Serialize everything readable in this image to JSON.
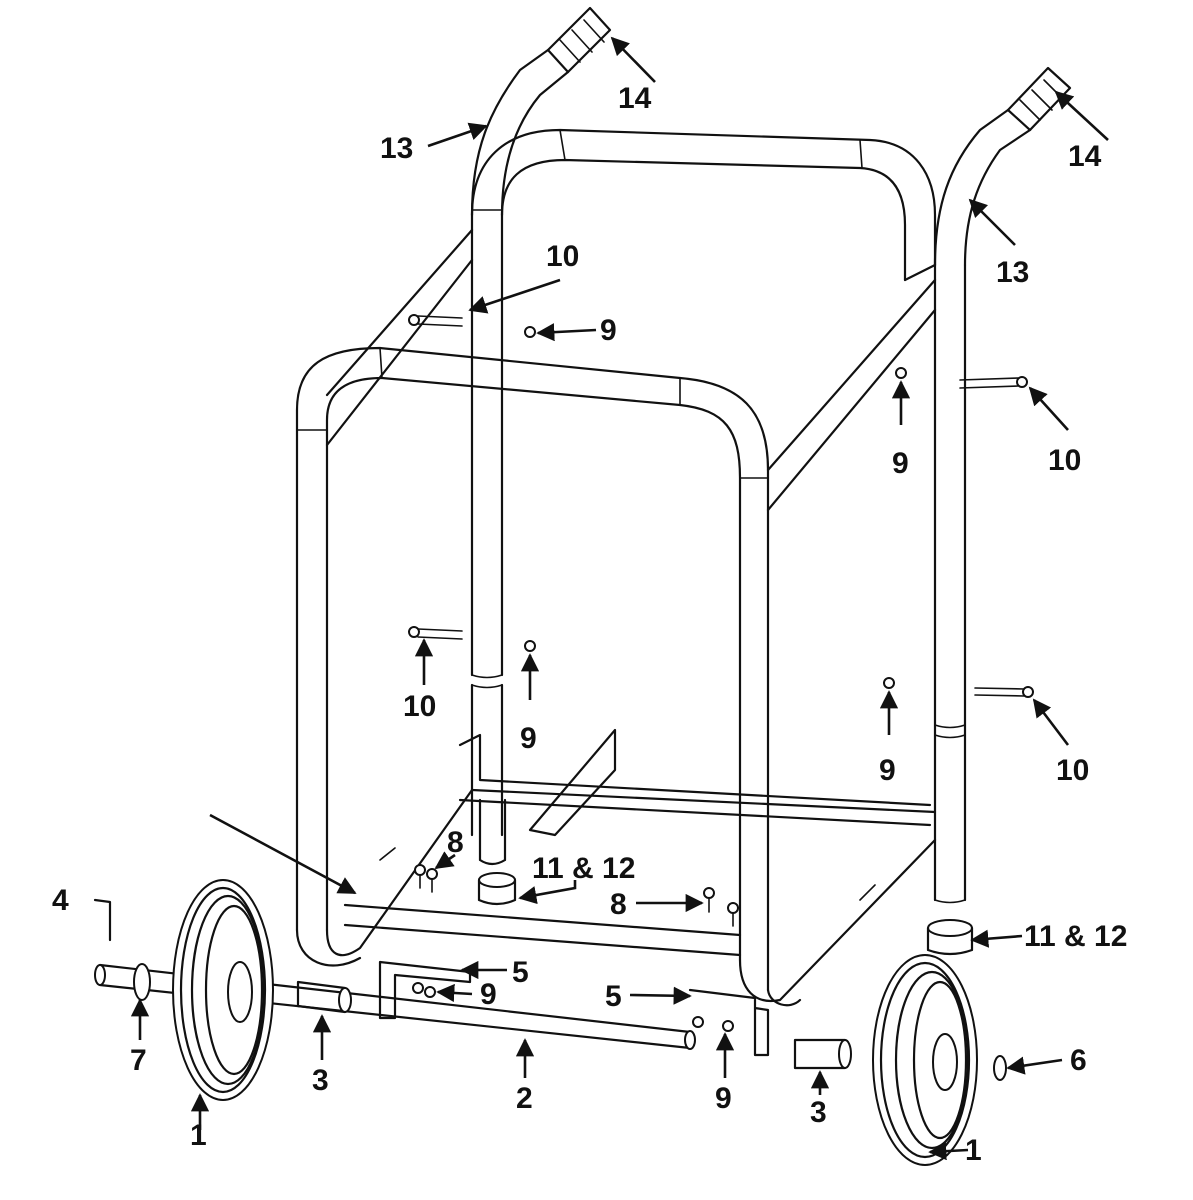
{
  "callouts": [
    {
      "id": "c14a",
      "text": "14"
    },
    {
      "id": "c13a",
      "text": "13"
    },
    {
      "id": "c14b",
      "text": "14"
    },
    {
      "id": "c13b",
      "text": "13"
    },
    {
      "id": "c10a",
      "text": "10"
    },
    {
      "id": "c9a",
      "text": "9"
    },
    {
      "id": "c9b",
      "text": "9"
    },
    {
      "id": "c10b",
      "text": "10"
    },
    {
      "id": "c10c",
      "text": "10"
    },
    {
      "id": "c9c",
      "text": "9"
    },
    {
      "id": "c9d",
      "text": "9"
    },
    {
      "id": "c10d",
      "text": "10"
    },
    {
      "id": "c8a",
      "text": "8"
    },
    {
      "id": "c1112a",
      "text": "11 & 12"
    },
    {
      "id": "c8b",
      "text": "8"
    },
    {
      "id": "c1112b",
      "text": "11 & 12"
    },
    {
      "id": "c4",
      "text": "4"
    },
    {
      "id": "c5a",
      "text": "5"
    },
    {
      "id": "c9e",
      "text": "9"
    },
    {
      "id": "c5b",
      "text": "5"
    },
    {
      "id": "c6",
      "text": "6"
    },
    {
      "id": "c7",
      "text": "7"
    },
    {
      "id": "c3a",
      "text": "3"
    },
    {
      "id": "c2",
      "text": "2"
    },
    {
      "id": "c9f",
      "text": "9"
    },
    {
      "id": "c3b",
      "text": "3"
    },
    {
      "id": "c1a",
      "text": "1"
    },
    {
      "id": "c1b",
      "text": "1"
    }
  ]
}
